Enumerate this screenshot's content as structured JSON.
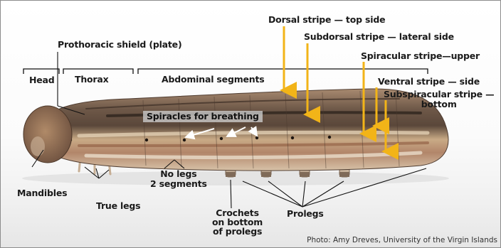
{
  "labels": {
    "dorsal_stripe": "Dorsal stripe — top side",
    "subdorsal_stripe": "Subdorsal stripe — lateral side",
    "prothoracic_shield": "Prothoracic shield (plate)",
    "spiracular_stripe": "Spiracular stripe—upper",
    "head": "Head",
    "thorax": "Thorax",
    "abdominal_segments": "Abdominal segments",
    "ventral_stripe": "Ventral stripe — side",
    "subspiracular_stripe_line1": "Subspiracular stripe —",
    "subspiracular_stripe_line2": "bottom",
    "spiracles": "Spiracles for breathing",
    "no_legs_line1": "No legs",
    "no_legs_line2": "2 segments",
    "mandibles": "Mandibles",
    "true_legs": "True legs",
    "crochets_line1": "Crochets",
    "crochets_line2": "on bottom",
    "crochets_line3": "of prolegs",
    "prolegs": "Prolegs"
  },
  "credit": "Photo: Amy Dreves, University of the Virgin Islands",
  "colors": {
    "arrow": "#f2b418",
    "leader_line": "#111111",
    "spiracle_arrow": "#ffffff"
  }
}
